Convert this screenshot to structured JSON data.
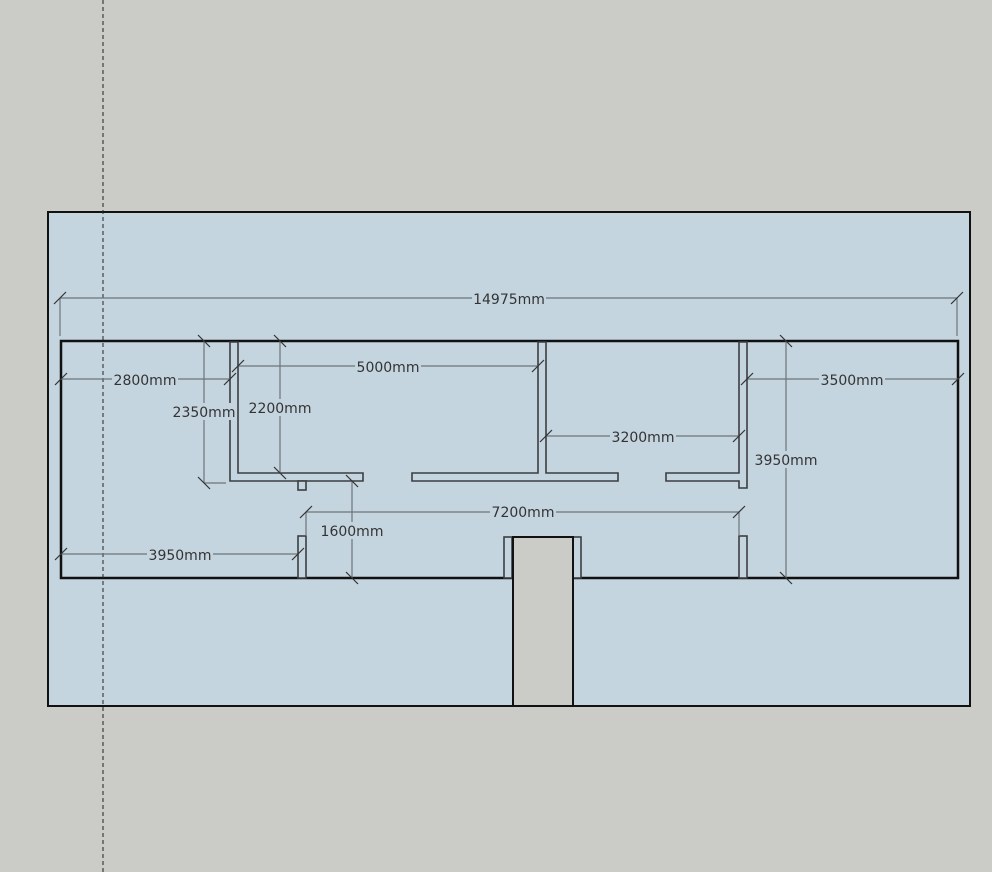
{
  "plan": {
    "dimensions": {
      "overall_width": "14975mm",
      "left_room_width": "2800mm",
      "top_room_width": "5000mm",
      "right_room_width": "3500mm",
      "left_wall_height": "2350mm",
      "room_depth": "2200mm",
      "middle_room_width": "3200mm",
      "right_height": "3950mm",
      "corridor_width": "7200mm",
      "corridor_depth": "1600mm",
      "lower_left_width": "3950mm"
    },
    "colors": {
      "background": "#cbccc7",
      "plane": "#c5d5df",
      "wall_line": "#3b3f42"
    }
  }
}
